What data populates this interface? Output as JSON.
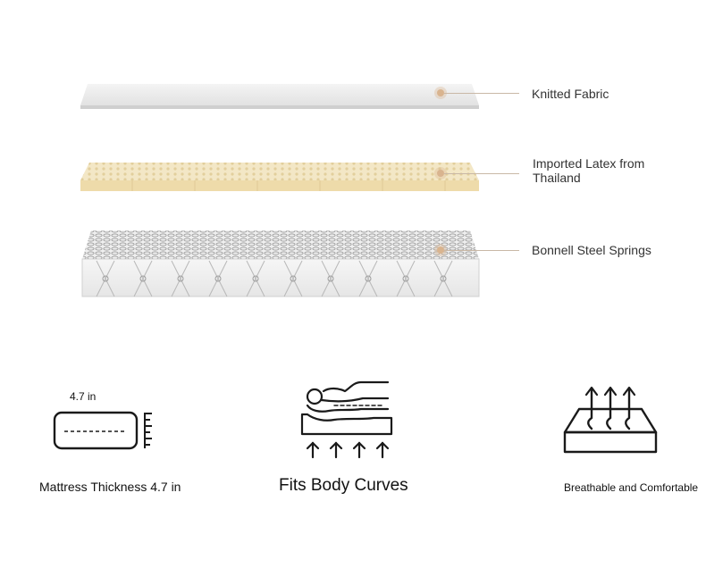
{
  "layers": [
    {
      "name": "knitted-fabric",
      "label": "Knitted Fabric"
    },
    {
      "name": "latex",
      "label_line1": "Imported Latex from",
      "label_line2": "Thailand"
    },
    {
      "name": "springs",
      "label": "Bonnell Steel Springs"
    }
  ],
  "features": {
    "thickness": {
      "dimension": "4.7 in",
      "caption": "Mattress Thickness 4.7 in"
    },
    "body_curves": {
      "caption": "Fits Body Curves"
    },
    "breathable": {
      "caption": "Breathable and Comfortable"
    }
  },
  "colors": {
    "accent": "#d9b48f",
    "latex": "#efe0b8",
    "fabric": "#dcdcdc",
    "line": "#c9b8a6",
    "icon": "#1a1a1a"
  }
}
